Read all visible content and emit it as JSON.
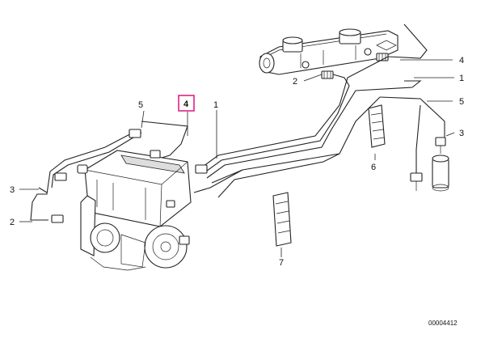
{
  "diagram": {
    "callouts": [
      {
        "id": "c4-top-right",
        "text": "4"
      },
      {
        "id": "c1-right",
        "text": "1"
      },
      {
        "id": "c5-right",
        "text": "5"
      },
      {
        "id": "c3-right",
        "text": "3"
      },
      {
        "id": "c2-master",
        "text": "2"
      },
      {
        "id": "c6",
        "text": "6"
      },
      {
        "id": "c7",
        "text": "7"
      },
      {
        "id": "c5-left",
        "text": "5"
      },
      {
        "id": "c4-highlight",
        "text": "4"
      },
      {
        "id": "c1-center",
        "text": "1"
      },
      {
        "id": "c3-left",
        "text": "3"
      },
      {
        "id": "c2-left",
        "text": "2"
      }
    ],
    "highlight_color": "#e0218a",
    "reference_number": "00004412"
  }
}
